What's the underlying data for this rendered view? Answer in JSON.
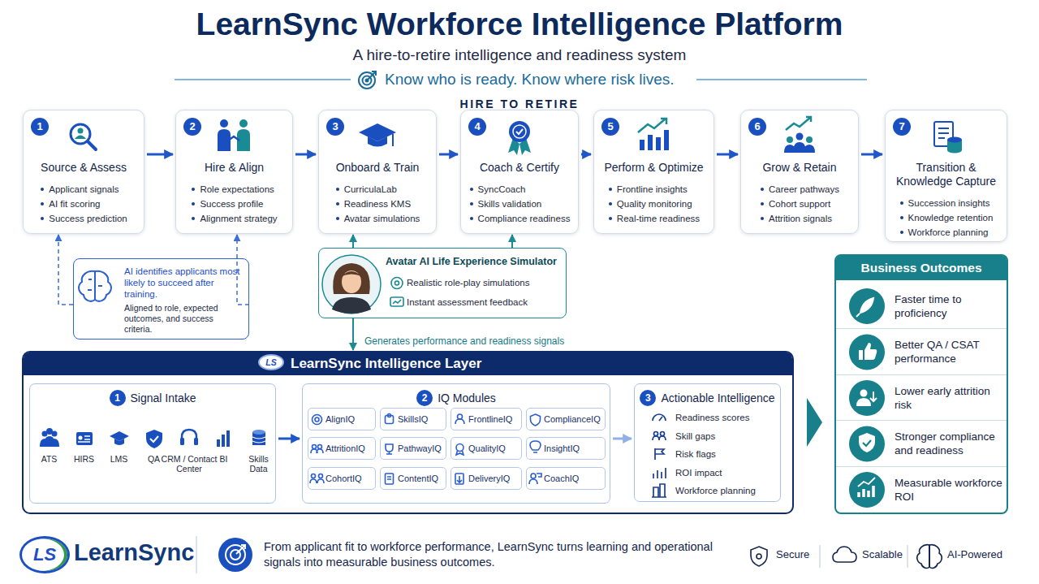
{
  "diagram": {
    "title": "LearnSync Workforce Intelligence Platform",
    "nodes": [
      {
        "text": [
          "1",
          "Source & Assess",
          "Applicant signals",
          "AI fit scoring",
          "Success prediction"
        ]
      },
      {
        "text": [
          "2",
          "Hire & Align",
          "Role expectations",
          "Success profile",
          "Alignment strategy"
        ]
      },
      {
        "text": [
          "3",
          "Onboard & Train",
          "CurriculaLab",
          "Readiness KMS",
          "Avatar simulations"
        ]
      },
      {
        "text": [
          "4",
          "Coach & Certify",
          "SyncCoach",
          "Skills validation",
          "Compliance readiness"
        ]
      },
      {
        "text": [
          "5",
          "Perform & Optimize",
          "Frontline insights",
          "Quality monitoring",
          "Real-time readiness"
        ]
      },
      {
        "text": [
          "6",
          "Grow & Retain",
          "Career pathways",
          "Cohort support",
          "Attrition signals"
        ]
      },
      {
        "text": [
          "7",
          "Transition & Knowledge Capture",
          "Succession insights",
          "Knowledge retention",
          "Workforce planning"
        ]
      },
      {
        "text": [
          "AI identifies applicants most likely to succeed after training.",
          "Aligned to role, expected outcomes, and success criteria."
        ]
      },
      {
        "text": [
          "Avatar AI Life Experience Simulator",
          "Realistic role-play simulations",
          "Instant assessment feedback"
        ]
      },
      {
        "text": [
          "LearnSync Intelligence Layer"
        ]
      },
      {
        "text": [
          "1",
          "Signal Intake",
          "ATS",
          "HIRS",
          "LMS",
          "QA",
          "CRM / Contact Center",
          "BI",
          "Skills Data"
        ],
        "in": 9
      },
      {
        "text": [
          "2",
          "IQ Modules"
        ],
        "in": 9
      },
      {
        "text": [
          "AlignIQ"
        ],
        "in": 11
      },
      {
        "text": [
          "SkillsIQ"
        ],
        "in": 11
      },
      {
        "text": [
          "FrontlineIQ"
        ],
        "in": 11
      },
      {
        "text": [
          "ComplianceIQ"
        ],
        "in": 11
      },
      {
        "text": [
          "AttritionIQ"
        ],
        "in": 11
      },
      {
        "text": [
          "PathwayIQ"
        ],
        "in": 11
      },
      {
        "text": [
          "QualityIQ"
        ],
        "in": 11
      },
      {
        "text": [
          "InsightIQ"
        ],
        "in": 11
      },
      {
        "text": [
          "CohortIQ"
        ],
        "in": 11
      },
      {
        "text": [
          "ContentIQ"
        ],
        "in": 11
      },
      {
        "text": [
          "DeliveryIQ"
        ],
        "in": 11
      },
      {
        "text": [
          "CoachIQ"
        ],
        "in": 11
      },
      {
        "text": [
          "3",
          "Actionable Intelligence",
          "Readiness scores",
          "Skill gaps",
          "Risk flags",
          "ROI impact",
          "Workforce planning"
        ],
        "in": 9
      },
      {
        "text": [
          "Business Outcomes"
        ]
      },
      {
        "text": [
          "Faster time to proficiency"
        ],
        "in": 25
      },
      {
        "text": [
          "Better QA / CSAT performance"
        ],
        "in": 25
      },
      {
        "text": [
          "Lower early attrition risk"
        ],
        "in": 25
      },
      {
        "text": [
          "Stronger compliance and readiness"
        ],
        "in": 25
      },
      {
        "text": [
          "Measurable workforce ROI"
        ],
        "in": 25
      }
    ],
    "edges": [
      {
        "from": 0,
        "to": 1,
        "arrow": "to"
      },
      {
        "from": 1,
        "to": 2,
        "arrow": "to"
      },
      {
        "from": 2,
        "to": 3,
        "arrow": "to"
      },
      {
        "from": 3,
        "to": 4,
        "arrow": "to"
      },
      {
        "from": 4,
        "to": 5,
        "arrow": "to"
      },
      {
        "from": 5,
        "to": 6,
        "arrow": "to"
      },
      {
        "from": 7,
        "to": 0,
        "arrow": "to"
      },
      {
        "from": 7,
        "to": 1,
        "arrow": "to"
      },
      {
        "from": 8,
        "to": 2,
        "arrow": "to"
      },
      {
        "from": 8,
        "to": 3,
        "arrow": "to"
      },
      {
        "from": 8,
        "to": 9,
        "label": "Generates performance and readiness signals",
        "arrow": "to"
      },
      {
        "from": 10,
        "to": 11,
        "arrow": "to"
      },
      {
        "from": 11,
        "to": 24,
        "arrow": "to"
      },
      {
        "from": 9,
        "to": 25,
        "arrow": "to"
      }
    ],
    "labels": [
      "A hire-to-retire intelligence and readiness system",
      "Know who is ready. Know where risk lives.",
      "HIRE TO RETIRE",
      "LS",
      "LS",
      "LearnSync",
      "From applicant fit to workforce performance, LearnSync turns learning and operational signals into measurable business outcomes.",
      "Secure",
      "Scalable",
      "AI-Powered"
    ]
  }
}
